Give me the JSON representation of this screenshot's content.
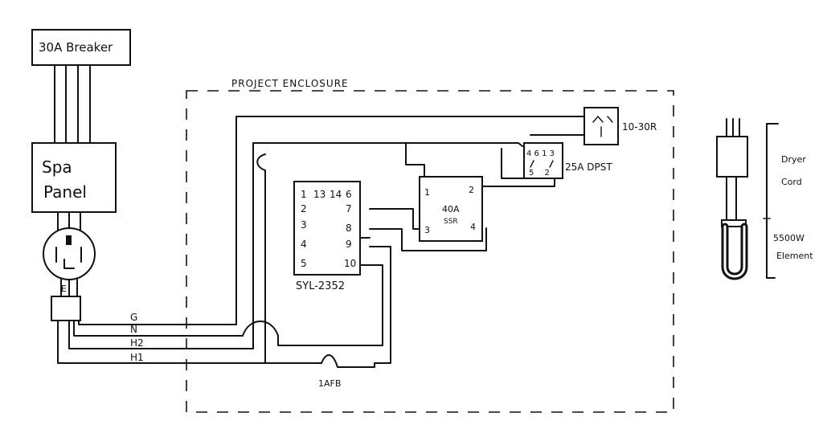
{
  "breaker": {
    "label": "30A Breaker"
  },
  "spa_panel": {
    "line1": "Spa",
    "line2": "Panel"
  },
  "plug": {
    "label": "E"
  },
  "wire_labels": {
    "g": "G",
    "n": "N",
    "h2": "H2",
    "h1": "H1"
  },
  "enclosure": {
    "label": "PROJECT ENCLOSURE"
  },
  "controller": {
    "name": "SYL-2352",
    "left_pins": [
      "1",
      "2",
      "3",
      "4",
      "5"
    ],
    "top_pins": [
      "13",
      "14",
      "6"
    ],
    "right_pins": [
      "7",
      "8",
      "9",
      "10"
    ]
  },
  "ssr": {
    "line1": "40A",
    "line2": "SSR",
    "pins": [
      "1",
      "2",
      "3",
      "4"
    ]
  },
  "dpst": {
    "label": "25A DPST",
    "top": "4 6 1 3",
    "bottom": "5 2"
  },
  "receptacle": {
    "label": "10-30R"
  },
  "fuse": {
    "label": "1AFB"
  },
  "dryer_cord": {
    "line1": "Dryer",
    "line2": "Cord"
  },
  "element": {
    "line1": "5500W",
    "line2": "Element"
  }
}
